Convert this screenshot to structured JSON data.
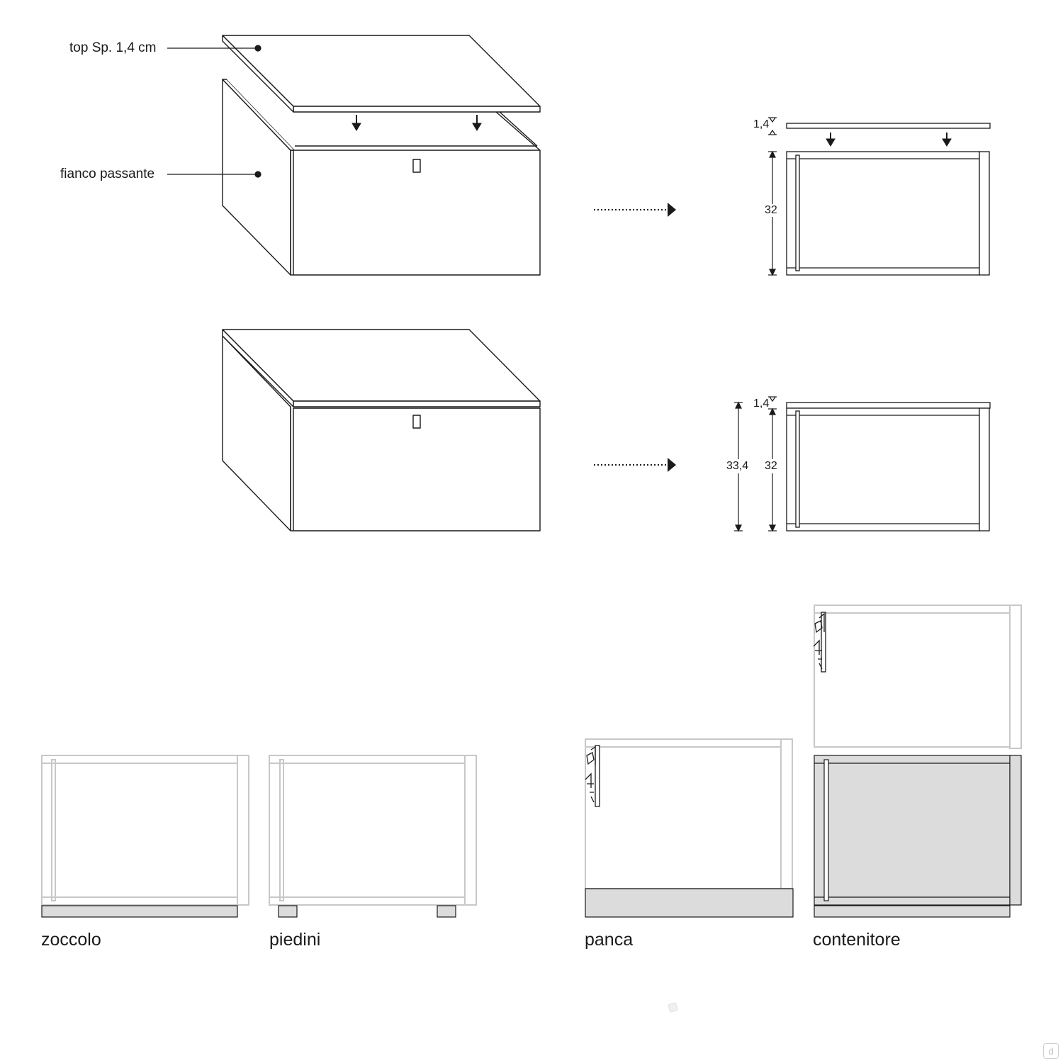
{
  "callouts": {
    "top_label": "top Sp. 1,4 cm",
    "side_label": "fianco passante"
  },
  "dimensions": {
    "top_thickness_upper": "1,4",
    "height_upper": "32",
    "top_thickness_lower": "1,4",
    "height_total_lower": "33,4",
    "height_lower": "32"
  },
  "bases": [
    {
      "label": "zoccolo"
    },
    {
      "label": "piedini"
    },
    {
      "label": "panca"
    },
    {
      "label": "contenitore"
    }
  ],
  "watermark": {
    "glyph": "d"
  },
  "colors": {
    "line": "#1a1a1a",
    "light_line": "#c8c8c8",
    "highlight_fill": "#dcdcdc"
  }
}
